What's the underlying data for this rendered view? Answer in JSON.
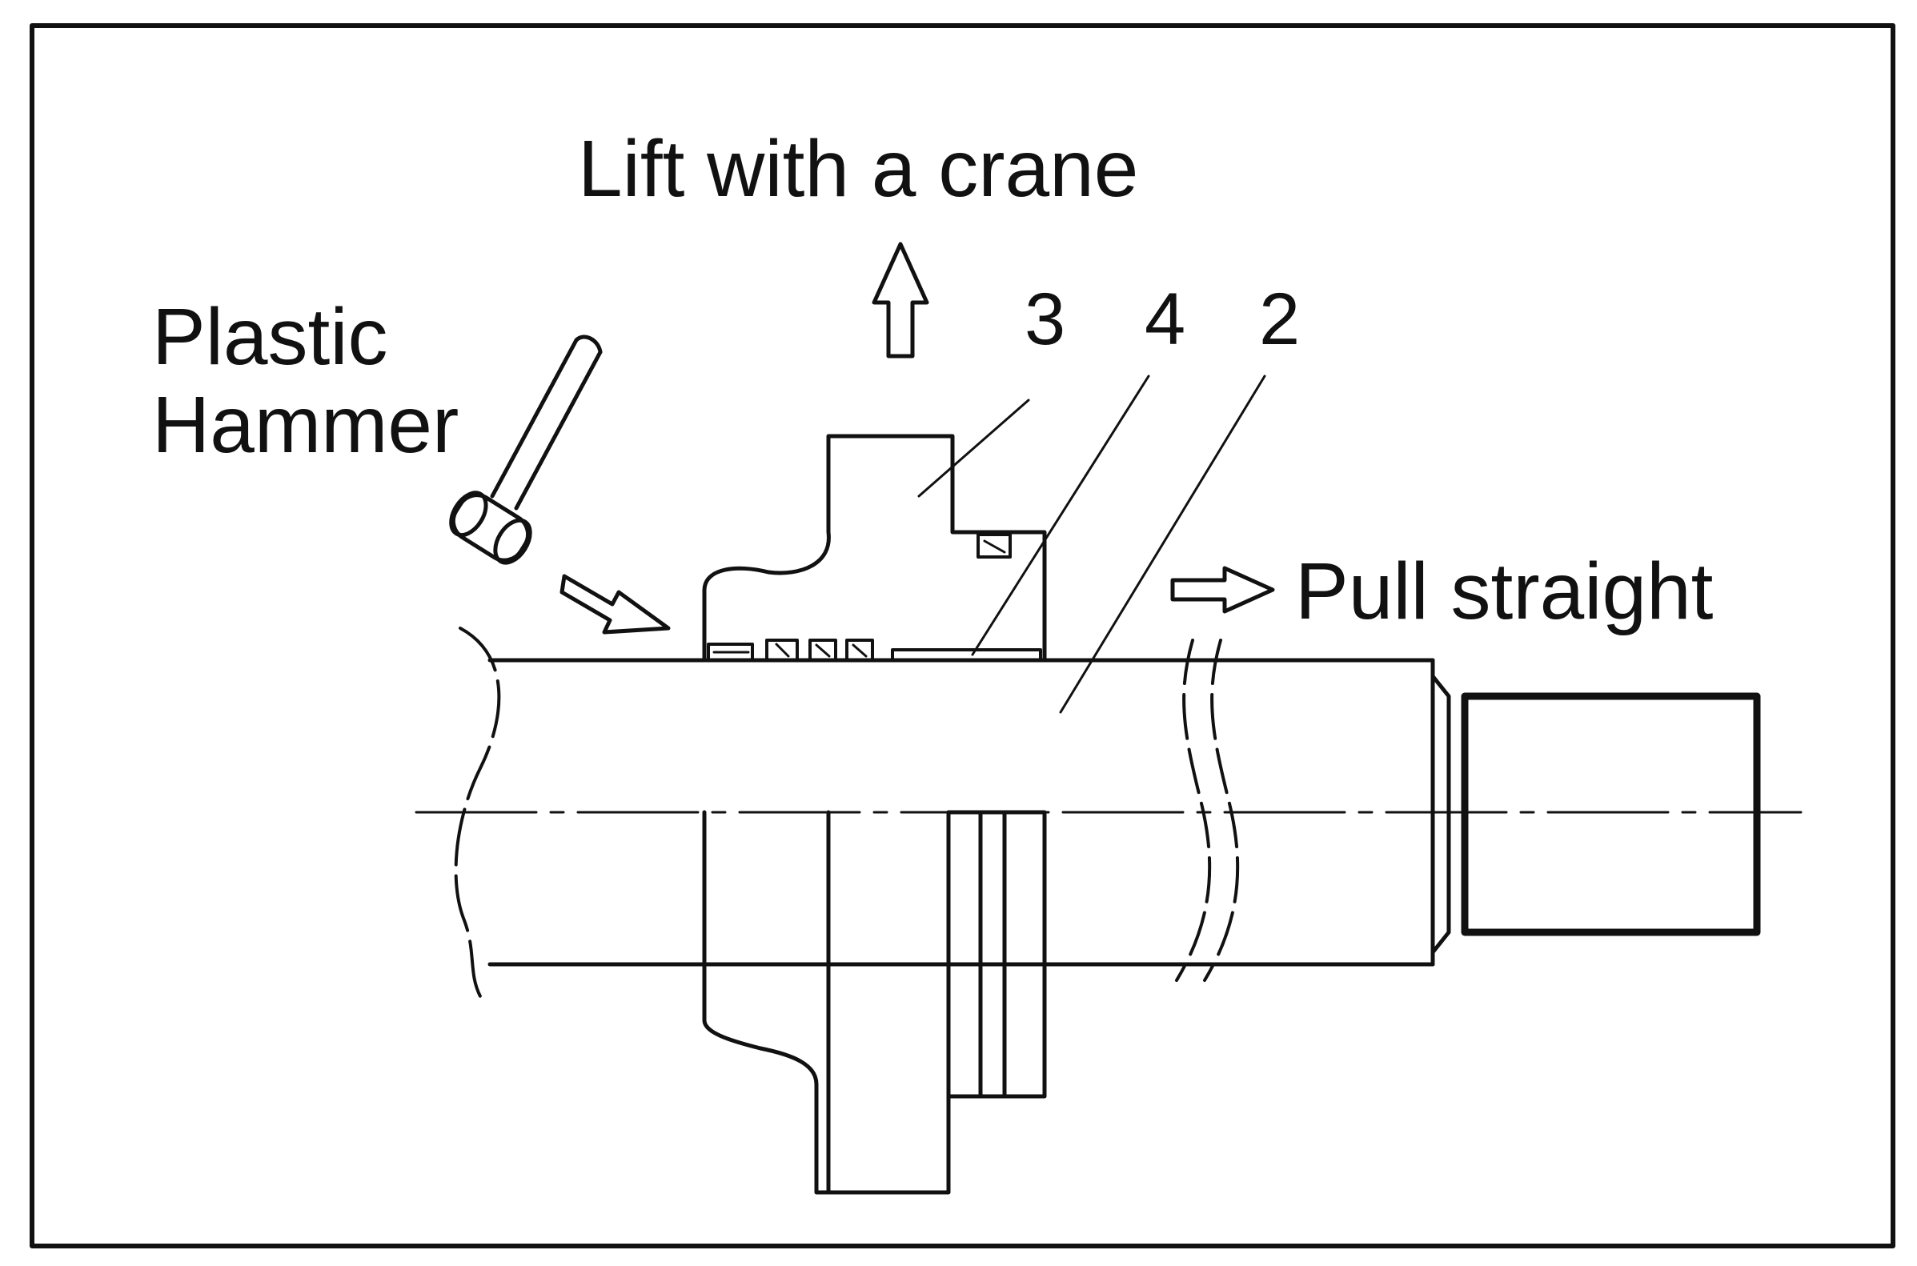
{
  "labels": {
    "lift": "Lift with a crane",
    "hammer_line1": "Plastic",
    "hammer_line2": "Hammer",
    "pull": "Pull straight",
    "part_3": "3",
    "part_4": "4",
    "part_2": "2"
  },
  "colors": {
    "ink": "#111111",
    "background": "#ffffff"
  }
}
